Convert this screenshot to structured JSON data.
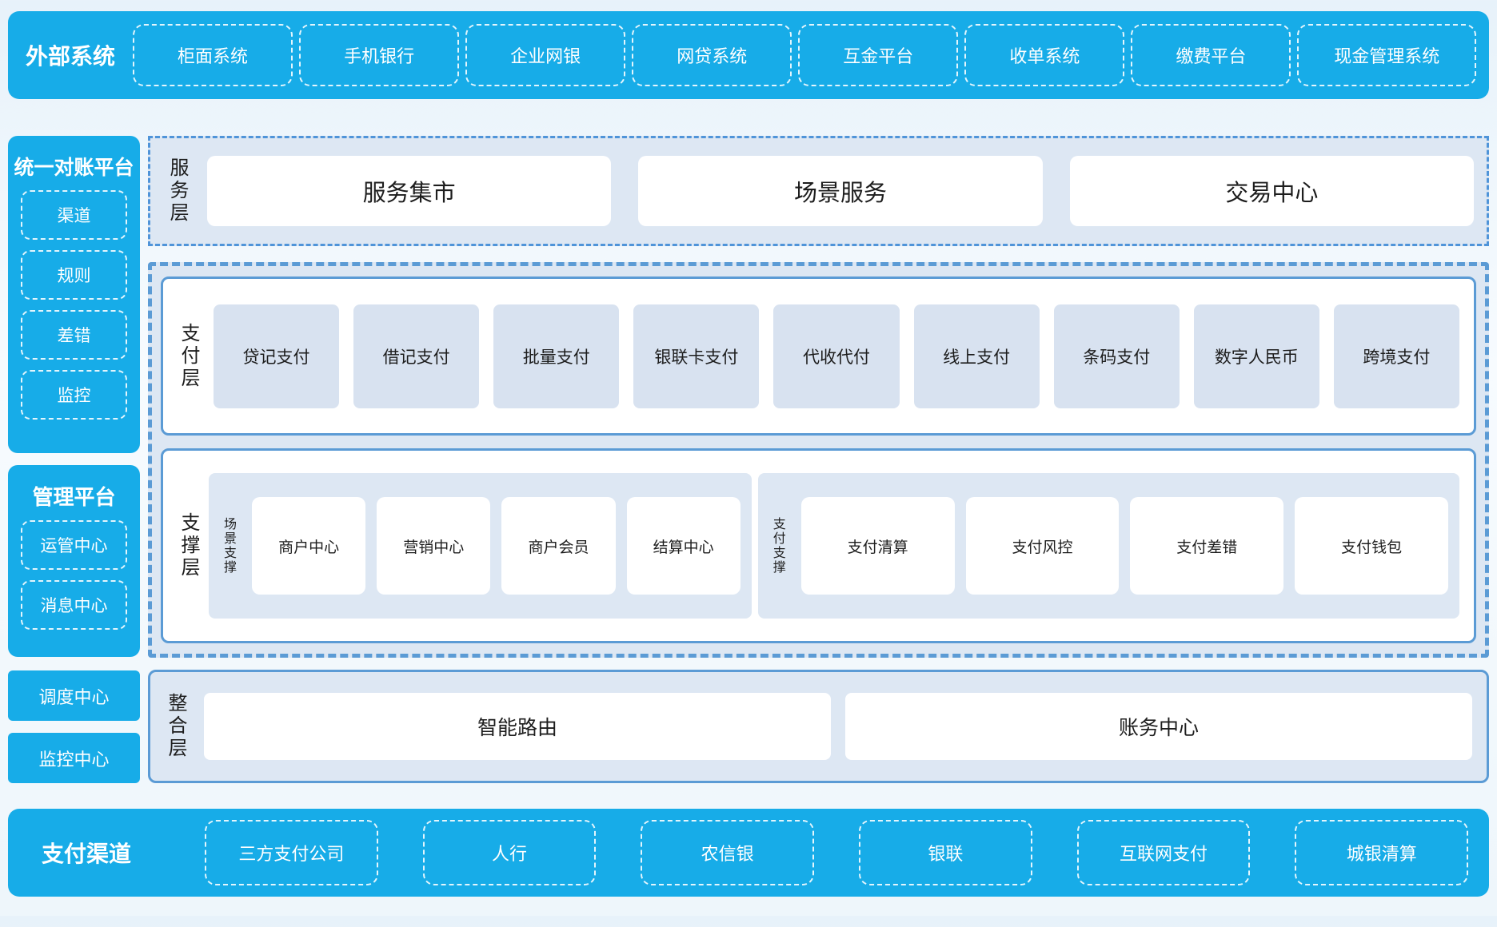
{
  "colors": {
    "accent_blue": "#17ace8",
    "panel_blue": "#dde7f3",
    "card_blue": "#d8e2f0",
    "border_blue": "#5b9bd5",
    "dash_dot_blue": "#4f94d9",
    "text_dark": "#1d1d1d"
  },
  "top_bar": {
    "title": "外部系统",
    "items": [
      "柜面系统",
      "手机银行",
      "企业网银",
      "网贷系统",
      "互金平台",
      "收单系统",
      "缴费平台",
      "现金管理系统"
    ]
  },
  "sidebar": {
    "recon_platform": {
      "title": "统一对账平台",
      "items": [
        "渠道",
        "规则",
        "差错",
        "监控"
      ]
    },
    "management_platform": {
      "title": "管理平台",
      "items": [
        "运管中心",
        "消息中心"
      ]
    },
    "standalone": [
      "调度中心",
      "监控中心"
    ]
  },
  "service_layer": {
    "label": "服务层",
    "items": [
      "服务集市",
      "场景服务",
      "交易中心"
    ]
  },
  "payment_layer": {
    "label": "支付层",
    "items": [
      "贷记支付",
      "借记支付",
      "批量支付",
      "银联卡支付",
      "代收代付",
      "线上支付",
      "条码支付",
      "数字人民币",
      "跨境支付"
    ]
  },
  "support_layer": {
    "label": "支撑层",
    "groups": [
      {
        "label": "场景支撑",
        "items": [
          "商户中心",
          "营销中心",
          "商户会员",
          "结算中心"
        ]
      },
      {
        "label": "支付支撑",
        "items": [
          "支付清算",
          "支付风控",
          "支付差错",
          "支付钱包"
        ]
      }
    ]
  },
  "integration_layer": {
    "label": "整合层",
    "items": [
      "智能路由",
      "账务中心"
    ]
  },
  "bottom_bar": {
    "title": "支付渠道",
    "items": [
      "三方支付公司",
      "人行",
      "农信银",
      "银联",
      "互联网支付",
      "城银清算"
    ]
  }
}
